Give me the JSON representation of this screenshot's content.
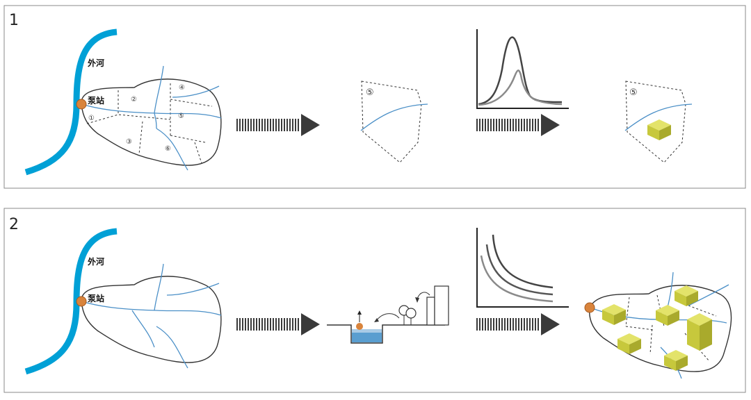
{
  "panels": [
    {
      "number": "1",
      "river_label": "外河",
      "pump_label": "泵站",
      "zones": [
        "①",
        "②",
        "③",
        "④",
        "⑤",
        "⑥"
      ],
      "detail_zone": "⑤"
    },
    {
      "number": "2",
      "river_label": "外河",
      "pump_label": "泵站"
    }
  ],
  "colors": {
    "river": "#00a0d6",
    "stream": "#4a8fc7",
    "pump": "#d9843c",
    "outline": "#333333",
    "arrow": "#3a3a3a",
    "block_top": "#e3e36a",
    "block_front": "#c7c83c",
    "block_side": "#a9aa2c",
    "water": "#5a9ed0"
  }
}
